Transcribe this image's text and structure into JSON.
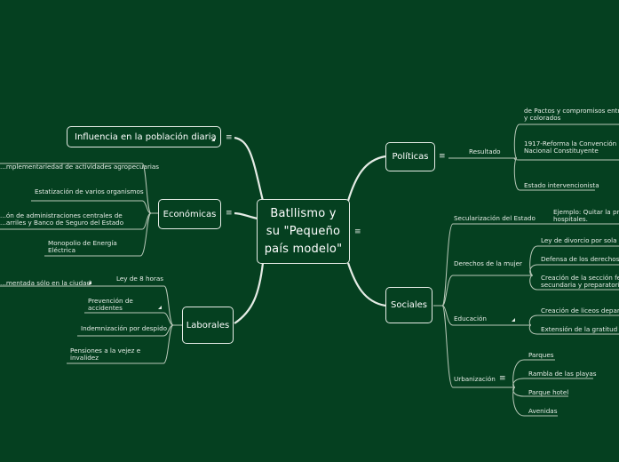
{
  "root": {
    "line1": "Batllismo   y",
    "line2": "su \"Pequeño",
    "line3": "país modelo\""
  },
  "colors": {
    "background": "#054020",
    "lines": "#c9d6c9",
    "node_border": "#e6ece6"
  },
  "left": {
    "influencia": {
      "label": "Influencia en la población diaria"
    },
    "economicas": {
      "label": "Económicas",
      "children": [
        "...mplementariedad de actividades agropecuarias",
        "Estatización de varios organismos",
        "...ón de administraciones centrales de",
        "...arriles y Banco de Seguro del Estado",
        "Monopolio de Energía",
        "Eléctrica"
      ]
    },
    "laborales": {
      "label": "Laborales",
      "children": [
        "Ley de 8 horas",
        "...mentada sólo en la ciudad",
        "Prevención de",
        "accidentes",
        "Indemnización por despido",
        "Pensiones a la vejez e",
        "invalidez"
      ]
    }
  },
  "right": {
    "politicas": {
      "label": "Políticas",
      "resultado": "Resultado",
      "children": [
        "de Pactos y compromisos entre l...",
        "y colorados",
        "1917-Reforma  la Convención",
        "Nacional Constituyente",
        "Estado intervencionista"
      ]
    },
    "sociales": {
      "label": "Sociales",
      "secularizacion": "Secularización del Estado",
      "secularizacion_child": [
        "Ejemplo: Quitar la pre...",
        "hospitales."
      ],
      "derechos": "Derechos de la mujer",
      "derechos_children": [
        "Ley de divorcio por sola vo...",
        "Defensa de los derechos na...",
        "Creación de la sección feme...",
        "secundaria y preparatoria"
      ],
      "educacion": "Educación",
      "educacion_children": [
        "Creación de liceos departar...",
        "Extensión de la gratitud de..."
      ],
      "urbanizacion": "Urbanización",
      "urbanizacion_children": [
        "Parques",
        "Rambla de las playas",
        "Parque hotel",
        "Avenidas"
      ]
    }
  },
  "icons": {
    "menu": "≡"
  }
}
